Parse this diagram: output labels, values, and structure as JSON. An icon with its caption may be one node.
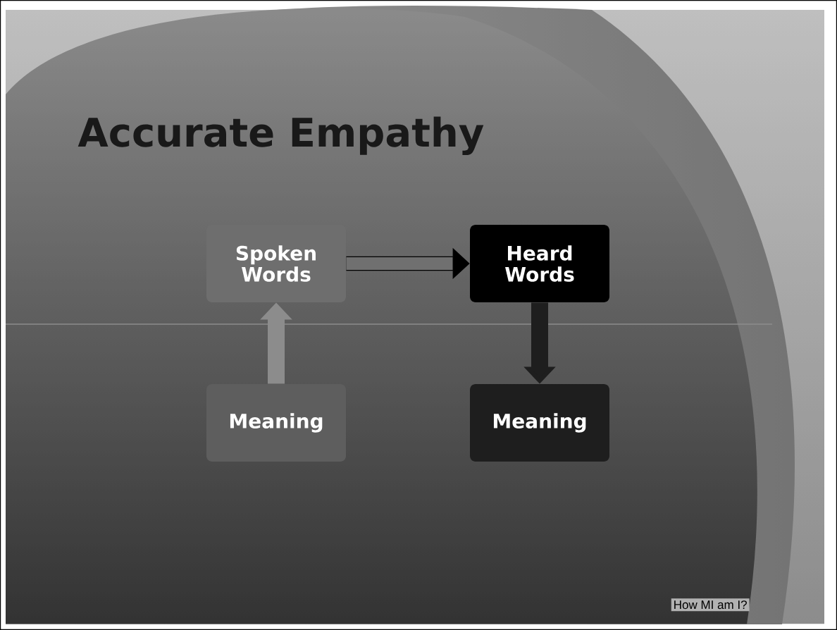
{
  "diagram": {
    "title": "Accurate Empathy",
    "nodes": [
      {
        "text": [
          "Spoken Words"
        ]
      },
      {
        "text": [
          "Heard Words"
        ]
      },
      {
        "text": [
          "Meaning"
        ]
      },
      {
        "text": [
          "Meaning"
        ]
      }
    ],
    "edges": [
      {
        "from": 0,
        "to": 1,
        "arrow": "to"
      },
      {
        "from": 1,
        "to": 3,
        "arrow": "to",
        "color": "#1e1e1e"
      },
      {
        "from": 2,
        "to": 0,
        "arrow": "to",
        "color": "#8c8c8c"
      }
    ],
    "labels": [
      "How MI am I?"
    ]
  }
}
